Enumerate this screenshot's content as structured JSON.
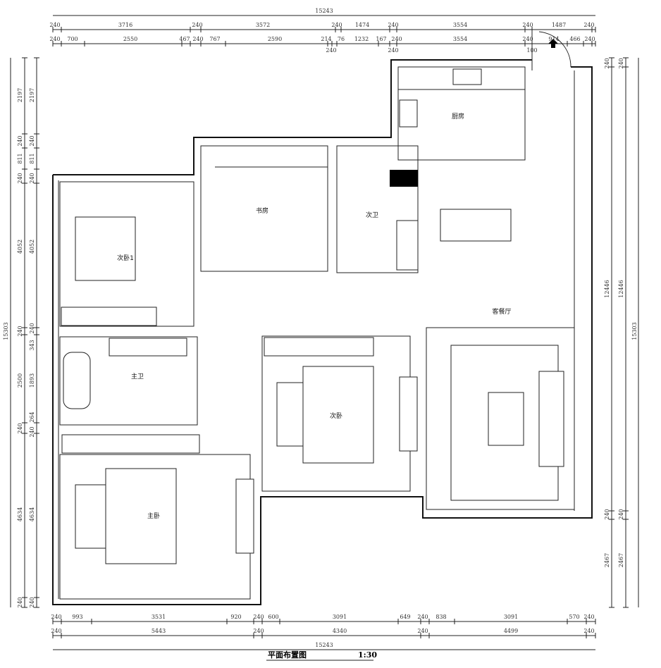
{
  "title": {
    "name": "平面布置图",
    "scale": "1:30"
  },
  "rooms": {
    "kitchen": "厨房",
    "study": "书房",
    "second_bath": "次卫",
    "second_bedroom_1": "次卧1",
    "living_dining": "客餐厅",
    "master_bath": "主卫",
    "second_bedroom": "次卧",
    "master_bedroom": "主卧"
  },
  "dimensions": {
    "top_total": "15243",
    "top_row1": [
      "240",
      "3716",
      "240",
      "3572",
      "240",
      "1474",
      "240",
      "3554",
      "240",
      "1487",
      "240"
    ],
    "top_row2": [
      "240",
      "700",
      "2550",
      "467",
      "240",
      "767",
      "2590",
      "214",
      "76",
      "1232",
      "167",
      "240",
      "3554",
      "240",
      "914",
      "466",
      "240"
    ],
    "top_row2_sub": [
      "240",
      "240",
      "100"
    ],
    "bottom_row1": [
      "240",
      "993",
      "3531",
      "920",
      "240",
      "600",
      "3091",
      "649",
      "240",
      "838",
      "3091",
      "570",
      "240"
    ],
    "bottom_row2": [
      "240",
      "5443",
      "240",
      "4340",
      "240",
      "4499",
      "240"
    ],
    "bottom_total": "15243",
    "left_total": "15303",
    "left_col1": [
      "2197",
      "240",
      "811",
      "240",
      "4052",
      "240",
      "2500",
      "240",
      "4634",
      "240"
    ],
    "left_col2": [
      "2197",
      "240",
      "811",
      "240",
      "4052",
      "240",
      "343",
      "1893",
      "264",
      "240",
      "4634",
      "240"
    ],
    "right_col": [
      "240",
      "12446",
      "240",
      "2467"
    ],
    "right_col2": [
      "240",
      "12446",
      "240",
      "2467"
    ],
    "right_total": "15303"
  }
}
